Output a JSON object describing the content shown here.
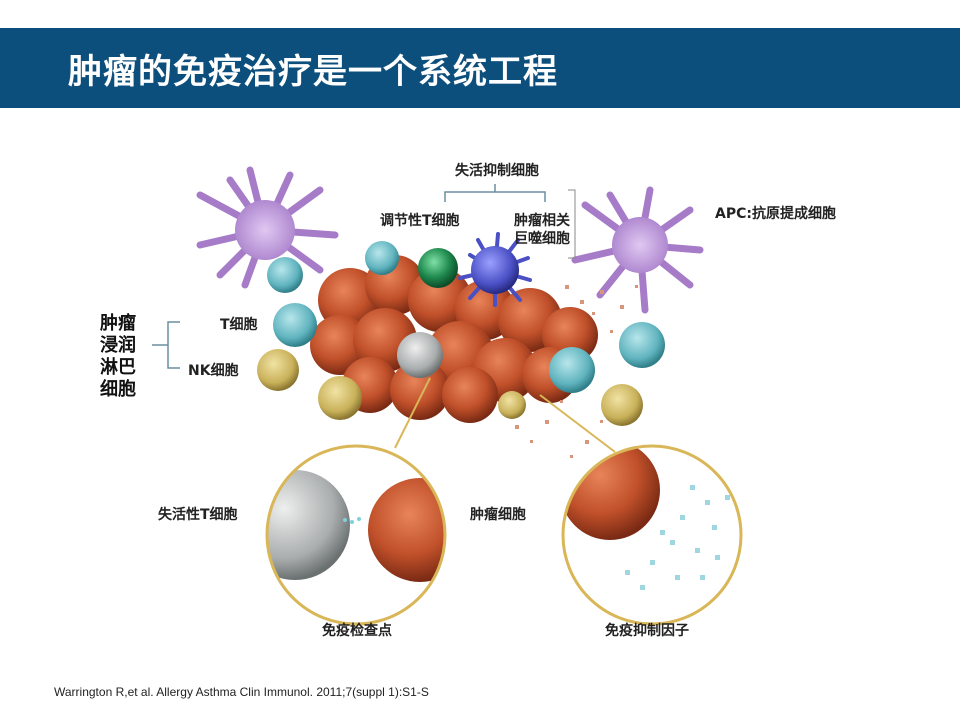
{
  "header": {
    "title": "肿瘤的免疫治疗是一个系统工程"
  },
  "labels": {
    "suppressor_cells": "失活抑制细胞",
    "treg": "调节性T细胞",
    "tam_line1": "肿瘤相关",
    "tam_line2": "巨噬细胞",
    "apc": "APC:抗原提成细胞",
    "til_line1": "肿瘤",
    "til_line2": "浸润",
    "til_line3": "淋巴",
    "til_line4": "细胞",
    "t_cell": "T细胞",
    "nk_cell": "NK细胞",
    "inactive_t": "失活性T细胞",
    "tumor_cell": "肿瘤细胞",
    "checkpoint": "免疫检查点",
    "suppressive_factor": "免疫抑制因子"
  },
  "citation": "Warrington R,et al. Allergy Asthma Clin Immunol. 2011;7(suppl 1):S1-S",
  "colors": {
    "header_bg": "#0d4f7c",
    "tumor": "#c0502a",
    "t_cell": "#5fb3be",
    "nk_cell": "#c9b15a",
    "dendritic": "#a67cc9",
    "macrophage": "#4a4fc4",
    "treg": "#1f8a4e",
    "circle_border": "#d9b657"
  }
}
